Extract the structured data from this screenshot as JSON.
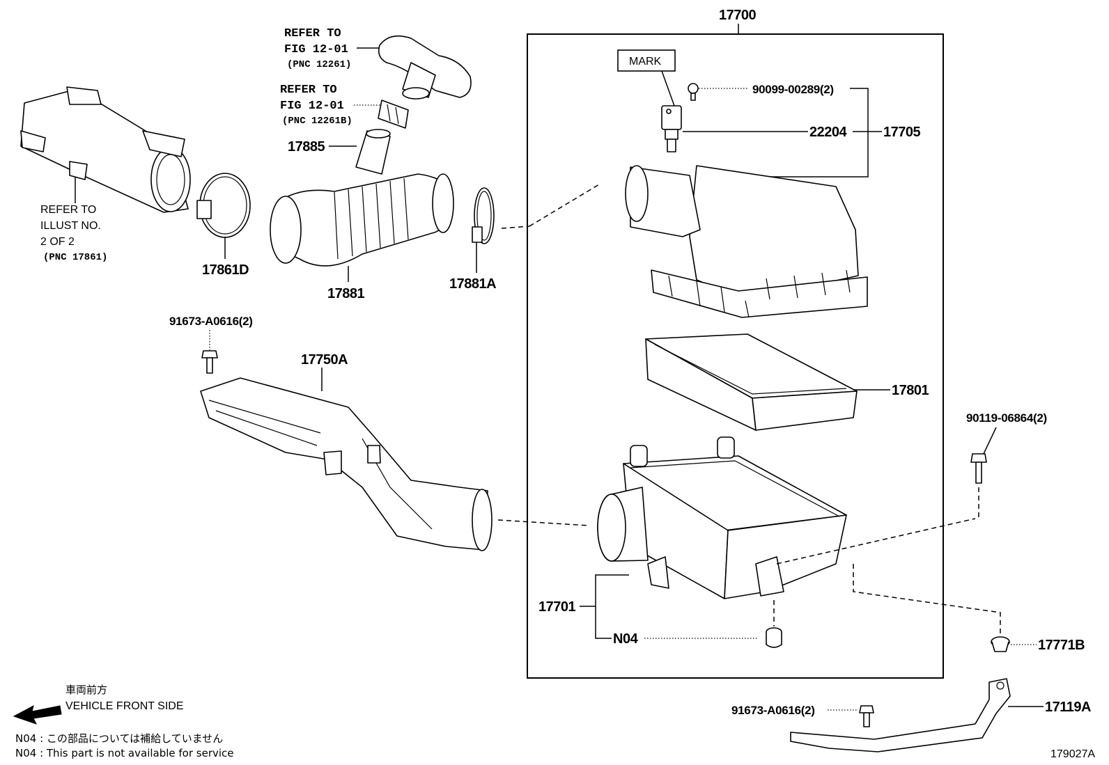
{
  "parts": {
    "p17700": "17700",
    "p17705": "17705",
    "p22204": "22204",
    "p90099": "90099-00289(2)",
    "mark": "MARK",
    "p17801": "17801",
    "p17701": "17701",
    "n04_label": "N04",
    "p17881": "17881",
    "p17881a": "17881A",
    "p17861d": "17861D",
    "p17885": "17885",
    "p17750a": "17750A",
    "p91673_top": "91673-A0616(2)",
    "p91673_bottom": "91673-A0616(2)",
    "p90119": "90119-06864(2)",
    "p17771b": "17771B",
    "p17119a": "17119A"
  },
  "refs": {
    "ref1": {
      "line1": "REFER TO",
      "line2": "FIG 12-01",
      "line3": "(PNC 12261)"
    },
    "ref2": {
      "line1": "REFER TO",
      "line2": "FIG 12-01",
      "line3": "(PNC 12261B)"
    },
    "ref3": {
      "line1": "REFER TO",
      "line2": "ILLUST NO.",
      "line3": "2 OF 2",
      "line4": "(PNC 17861)"
    }
  },
  "legend": {
    "front_jp": "車両前方",
    "front_en": "VEHICLE FRONT SIDE",
    "note_jp": "N04 : この部品については補給していません",
    "note_en": "N04 : This part is not available for service"
  },
  "illustration_id": "179027A"
}
